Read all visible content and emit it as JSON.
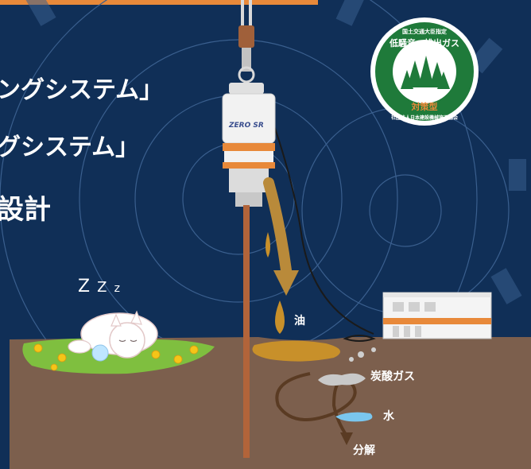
{
  "headlines": {
    "line1": "ングシステム」",
    "line2": "グシステム」",
    "line3": "設計"
  },
  "hammer": {
    "brand": "ZERO SR"
  },
  "labels": {
    "oil": "油",
    "co2": "炭酸ガス",
    "water": "水",
    "decompose": "分解"
  },
  "zzz": {
    "z1": "Z",
    "z2": "Z",
    "z3": "z"
  },
  "seal": {
    "top": "国土交通大臣指定",
    "ring": "低騒音・排出ガス",
    "grade": "対策型",
    "bottom": "社団法人日本建設機械施工協会"
  },
  "colors": {
    "background": "#102f57",
    "ground": "#7c5f4d",
    "grass": "#7fbf3f",
    "oil": "#c8902a",
    "accent": "#e8893a",
    "seal_green": "#1f7a3a"
  }
}
